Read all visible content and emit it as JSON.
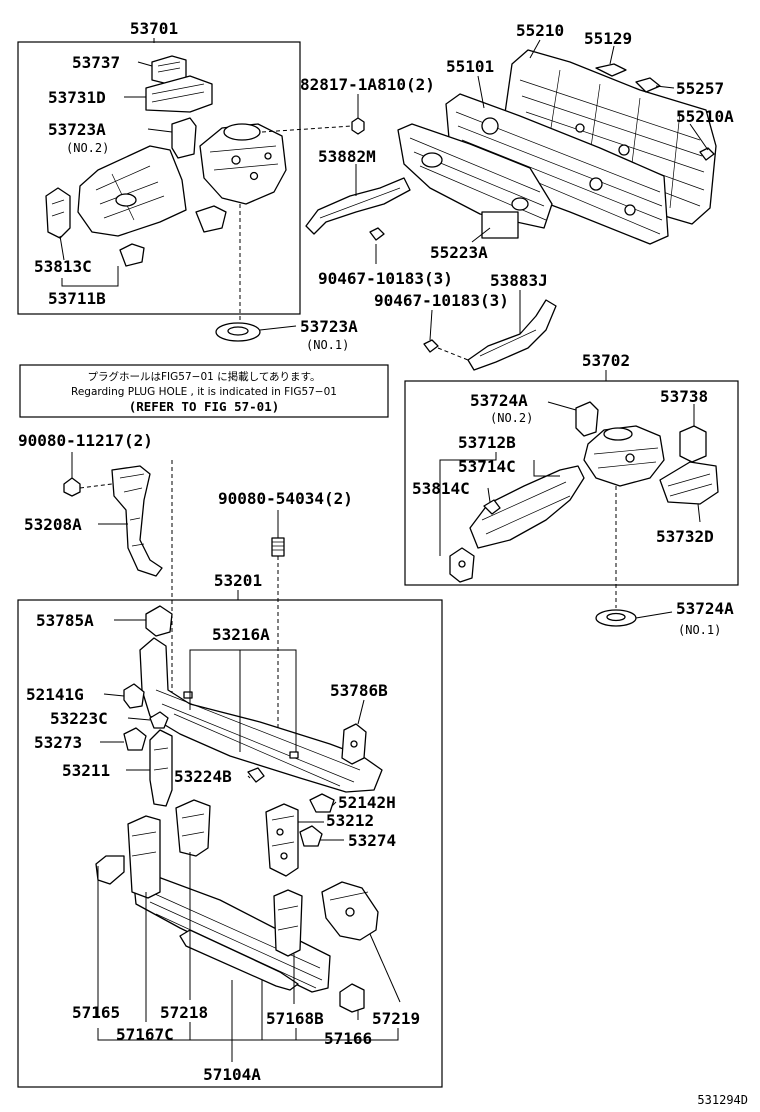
{
  "diagram_id": "531294D",
  "plug_note": {
    "jp": "プラグホールはFIG57−01 に掲載してあります。",
    "en": "Regarding PLUG HOLE , it is indicated in FIG57−01",
    "ref": "(REFER TO FIG 57-01)"
  },
  "parts": {
    "p53701": "53701",
    "p53737": "53737",
    "p53731D": "53731D",
    "p53723A_top": "53723A",
    "no2_a": "(NO.2)",
    "p53813C": "53813C",
    "p53711B": "53711B",
    "p53723A_bot": "53723A",
    "no1_a": "(NO.1)",
    "p82817": "82817-1A810(2)",
    "p53882M": "53882M",
    "p90467_a": "90467-10183(3)",
    "p55210": "55210",
    "p55129": "55129",
    "p55101": "55101",
    "p55257": "55257",
    "p55210A": "55210A",
    "p55223A": "55223A",
    "p53883J": "53883J",
    "p90467_b": "90467-10183(3)",
    "p53702": "53702",
    "p53724A_top": "53724A",
    "no2_b": "(NO.2)",
    "p53738": "53738",
    "p53712B": "53712B",
    "p53714C": "53714C",
    "p53814C": "53814C",
    "p53732D": "53732D",
    "p53724A_bot": "53724A",
    "no1_b": "(NO.1)",
    "p90080_11217": "90080-11217(2)",
    "p53208A": "53208A",
    "p90080_54034": "90080-54034(2)",
    "p53201": "53201",
    "p53785A": "53785A",
    "p53216A": "53216A",
    "p53786B": "53786B",
    "p52141G": "52141G",
    "p53223C": "53223C",
    "p53273": "53273",
    "p53211": "53211",
    "p53224B": "53224B",
    "p52142H": "52142H",
    "p53212": "53212",
    "p53274": "53274",
    "p57165": "57165",
    "p57218": "57218",
    "p57168B": "57168B",
    "p57219": "57219",
    "p57167C": "57167C",
    "p57166": "57166",
    "p57104A": "57104A"
  }
}
